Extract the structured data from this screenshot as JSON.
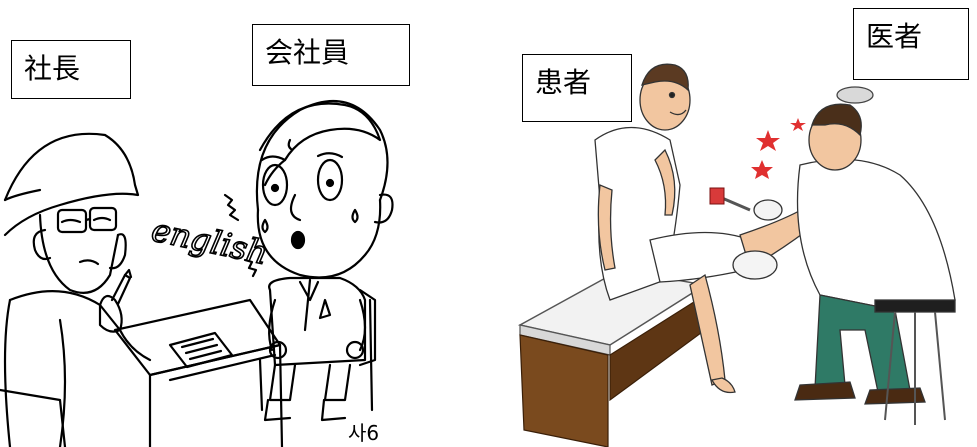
{
  "left_scene": {
    "labels": {
      "boss": "社長",
      "employee": "会社員"
    },
    "speech_word": "english",
    "signature": "사6"
  },
  "right_scene": {
    "labels": {
      "patient": "患者",
      "doctor": "医者"
    }
  }
}
